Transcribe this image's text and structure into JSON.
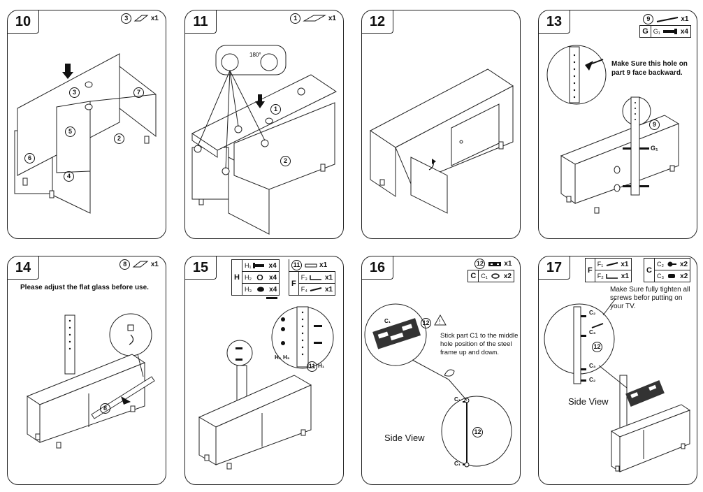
{
  "steps": [
    {
      "number": "10",
      "parts": [
        {
          "id": "3",
          "qty": "x1"
        }
      ]
    },
    {
      "number": "11",
      "parts": [
        {
          "id": "1",
          "qty": "x1"
        }
      ],
      "rotation": "180°"
    },
    {
      "number": "12"
    },
    {
      "number": "13",
      "parts": [
        {
          "id": "9",
          "qty": "x1"
        },
        {
          "group": "G",
          "code": "G₁",
          "qty": "x4"
        }
      ],
      "note": "Make Sure this hole on part 9 face backward."
    },
    {
      "number": "14",
      "parts": [
        {
          "id": "8",
          "qty": "x1"
        }
      ],
      "note": "Please adjust the flat glass before use."
    },
    {
      "number": "15",
      "groups": [
        {
          "group": "H",
          "items": [
            {
              "code": "H₁",
              "qty": "x4"
            },
            {
              "code": "H₂",
              "qty": "x4"
            },
            {
              "code": "H₃",
              "qty": "x4"
            }
          ]
        },
        {
          "group": "F",
          "part": "11",
          "part_qty": "x1",
          "items": [
            {
              "code": "F₃",
              "qty": "x1"
            },
            {
              "code": "F₄",
              "qty": "x1"
            }
          ]
        }
      ],
      "labels": [
        "H₂",
        "H₃",
        "11",
        "H₁"
      ]
    },
    {
      "number": "16",
      "parts": [
        {
          "id": "12",
          "qty": "x1"
        },
        {
          "group": "C",
          "code": "C₁",
          "qty": "x2"
        }
      ],
      "note": "Stick part C1 to the middle hole position of the steel frame up and down.",
      "side_view": "Side View"
    },
    {
      "number": "17",
      "groups": [
        {
          "group": "F",
          "items": [
            {
              "code": "F₁",
              "qty": "x1"
            },
            {
              "code": "F₂",
              "qty": "x1"
            }
          ]
        },
        {
          "group": "C",
          "items": [
            {
              "code": "C₂",
              "qty": "x2"
            },
            {
              "code": "C₃",
              "qty": "x2"
            }
          ]
        }
      ],
      "note": "Make Sure fully tighten all screws befor putting on your TV.",
      "side_view": "Side View"
    }
  ],
  "labels": {
    "c1": "C₁",
    "c2": "C₂",
    "c3": "C₃",
    "g1": "G₁",
    "p1": "1",
    "p2": "2",
    "p3": "3",
    "p4": "4",
    "p5": "5",
    "p6": "6",
    "p7": "7",
    "p8": "8",
    "p9": "9",
    "p11": "11",
    "p12": "12"
  }
}
